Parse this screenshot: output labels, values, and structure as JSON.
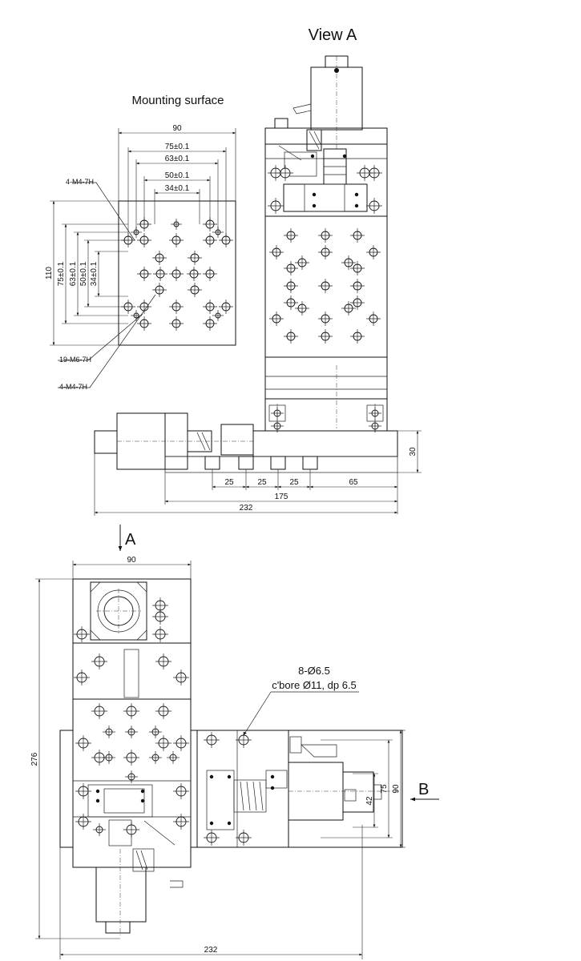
{
  "labels": {
    "view_a": "View A",
    "mounting_surface": "Mounting surface",
    "arrow_a": "A",
    "arrow_b": "B"
  },
  "callouts": {
    "m4_top": "4-M4-7H",
    "m6": "19-M6-7H",
    "m4_bottom": "4-M4-7H",
    "holes_line1": "8-Ø6.5",
    "holes_line2": "c'bore Ø11, dp 6.5"
  },
  "mounting_dims": {
    "width": "90",
    "h75": "75±0.1",
    "h63": "63±0.1",
    "h50": "50±0.1",
    "h34": "34±0.1",
    "height": "110",
    "v75": "75±0.1",
    "v63": "63±0.1",
    "v50": "50±0.1",
    "v34": "34±0.1"
  },
  "side_dims": {
    "s25a": "25",
    "s25b": "25",
    "s25c": "25",
    "s65": "65",
    "s175": "175",
    "s232": "232",
    "s30": "30"
  },
  "top_dims": {
    "w90": "90",
    "h276": "276",
    "w232": "232",
    "r90": "90",
    "r75": "75",
    "r42": "42"
  }
}
